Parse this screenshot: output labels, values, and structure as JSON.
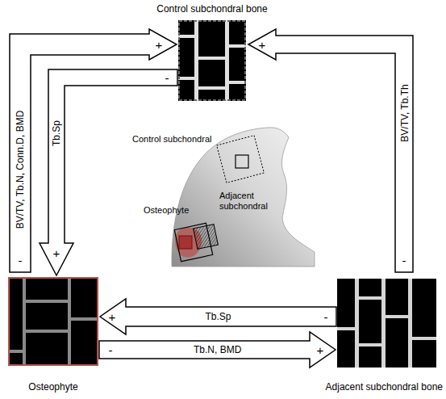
{
  "diagram": {
    "nodes": [
      {
        "text": [
          "Control subchondral bone"
        ]
      },
      {
        "text": [
          "Osteophyte"
        ]
      },
      {
        "text": [
          "Adjacent subchondral bone"
        ]
      }
    ],
    "edges": [
      {
        "from": 1,
        "to": 0,
        "arrow": "to",
        "label": "BV/TV, Tb.N, Conn.D, BMD"
      },
      {
        "from": 0,
        "to": 1,
        "arrow": "to",
        "label": "Tb.Sp"
      },
      {
        "from": 2,
        "to": 0,
        "arrow": "to",
        "label": "BV/TV, Tb.Th"
      },
      {
        "from": 2,
        "to": 1,
        "arrow": "to",
        "label": "Tb.Sp"
      },
      {
        "from": 1,
        "to": 2,
        "arrow": "to",
        "label": "Tb.N, BMD"
      }
    ],
    "labels": [
      "+",
      "+",
      "-",
      "-",
      "+",
      "-",
      "+",
      "-",
      "-",
      "+",
      "Control subchondral",
      "Osteophyte",
      "Adjacent subchondral"
    ]
  }
}
